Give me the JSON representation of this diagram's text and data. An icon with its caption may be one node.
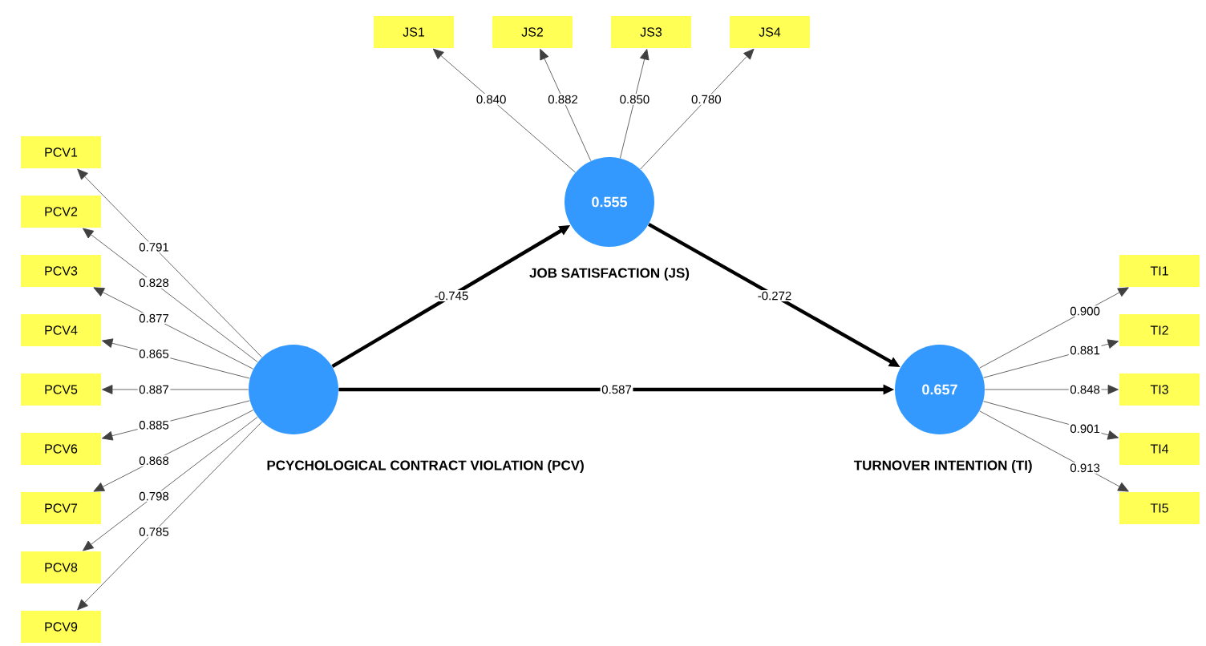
{
  "diagram": {
    "nodes": [
      {
        "text": [],
        "shape": "circle",
        "beside": [
          "PCYCHOLOGICAL CONTRACT VIOLATION (PCV)"
        ]
      },
      {
        "text": [
          "PCV1"
        ]
      },
      {
        "text": [
          "PCV2"
        ]
      },
      {
        "text": [
          "PCV3"
        ]
      },
      {
        "text": [
          "PCV4"
        ]
      },
      {
        "text": [
          "PCV5"
        ]
      },
      {
        "text": [
          "PCV6"
        ]
      },
      {
        "text": [
          "PCV7"
        ]
      },
      {
        "text": [
          "PCV8"
        ]
      },
      {
        "text": [
          "PCV9"
        ]
      },
      {
        "text": [
          "0.555"
        ],
        "beside": [
          "JOB SATISFACTION (JS)"
        ]
      },
      {
        "text": [
          "JS1"
        ]
      },
      {
        "text": [
          "JS2"
        ]
      },
      {
        "text": [
          "JS3"
        ]
      },
      {
        "text": [
          "JS4"
        ]
      },
      {
        "text": [
          "0.657"
        ],
        "beside": [
          "TURNOVER INTENTION (TI)"
        ]
      },
      {
        "text": [
          "TI1"
        ]
      },
      {
        "text": [
          "TI2"
        ]
      },
      {
        "text": [
          "TI3"
        ]
      },
      {
        "text": [
          "TI4"
        ]
      },
      {
        "text": [
          "TI5"
        ]
      }
    ],
    "edges": [
      {
        "from": 0,
        "to": 1,
        "arrow": "to",
        "label": "0.791"
      },
      {
        "from": 0,
        "to": 2,
        "arrow": "to",
        "label": "0.828"
      },
      {
        "from": 0,
        "to": 3,
        "arrow": "to",
        "label": "0.877"
      },
      {
        "from": 0,
        "to": 4,
        "arrow": "to",
        "label": "0.865"
      },
      {
        "from": 0,
        "to": 5,
        "arrow": "to",
        "label": "0.887"
      },
      {
        "from": 0,
        "to": 6,
        "arrow": "to",
        "label": "0.885"
      },
      {
        "from": 0,
        "to": 7,
        "arrow": "to",
        "label": "0.868"
      },
      {
        "from": 0,
        "to": 8,
        "arrow": "to",
        "label": "0.798"
      },
      {
        "from": 0,
        "to": 9,
        "arrow": "to",
        "label": "0.785"
      },
      {
        "from": 10,
        "to": 11,
        "arrow": "to",
        "label": "0.840"
      },
      {
        "from": 10,
        "to": 12,
        "arrow": "to",
        "label": "0.882"
      },
      {
        "from": 10,
        "to": 13,
        "arrow": "to",
        "label": "0.850"
      },
      {
        "from": 10,
        "to": 14,
        "arrow": "to",
        "label": "0.780"
      },
      {
        "from": 15,
        "to": 16,
        "arrow": "to",
        "label": "0.900"
      },
      {
        "from": 15,
        "to": 17,
        "arrow": "to",
        "label": "0.881"
      },
      {
        "from": 15,
        "to": 18,
        "arrow": "to",
        "label": "0.848"
      },
      {
        "from": 15,
        "to": 19,
        "arrow": "to",
        "label": "0.901"
      },
      {
        "from": 15,
        "to": 20,
        "arrow": "to",
        "label": "0.913"
      },
      {
        "from": 0,
        "to": 10,
        "arrow": "to",
        "label": "-0.745",
        "style": "thick"
      },
      {
        "from": 0,
        "to": 15,
        "arrow": "to",
        "label": "0.587",
        "style": "thick"
      },
      {
        "from": 10,
        "to": 15,
        "arrow": "to",
        "label": "-0.272",
        "style": "thick"
      }
    ]
  }
}
